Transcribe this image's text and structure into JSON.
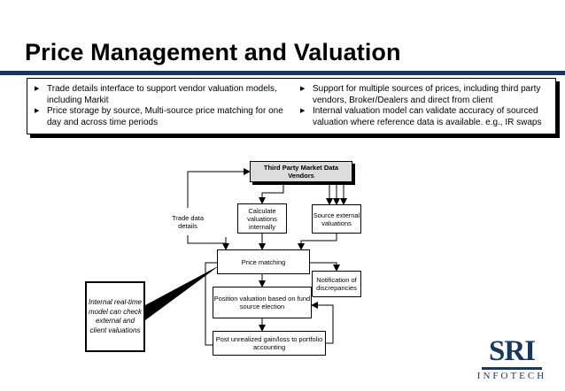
{
  "slide": {
    "title": "Price Management and Valuation"
  },
  "summary": {
    "left_bullets": [
      "Trade details interface to support vendor valuation  models, including Markit",
      "Price storage by source, Multi-source price matching for one day and across time periods"
    ],
    "right_bullets": [
      "Support for multiple sources of prices, including third party vendors, Broker/Dealers and direct from client",
      "Internal valuation model can validate accuracy of sourced valuation where reference data is available.  e.g., IR swaps"
    ]
  },
  "diagram": {
    "vendors": "Third Party Market Data Vendors",
    "trade_data": "Trade data details",
    "calculate": "Calculate valuations internally",
    "source": "Source external valuations",
    "matching": "Price matching",
    "notification": "Notification of discrepancies",
    "position": "Position valuation based on fund source election",
    "post": "Post unrealized gain/loss to portfolio accounting",
    "internal_model": "Internal real-time model can check external and client valuations"
  },
  "logo": {
    "line1": "SRI",
    "line2": "INFOTECH"
  }
}
